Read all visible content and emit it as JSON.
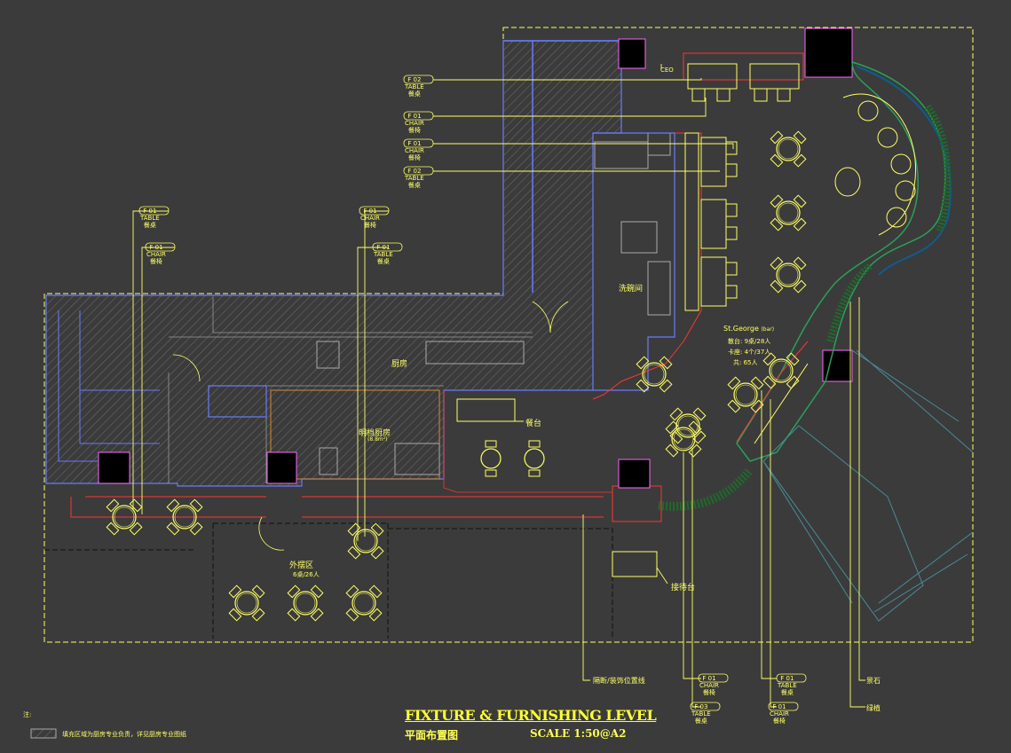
{
  "drawing": {
    "title": "FIXTURE & FURNISHING LEVEL",
    "subtitle": "平面布置图",
    "scale": "SCALE  1:50@A2",
    "note_label": "注:",
    "note_text": "填充区域为厨房专业负责，详见厨房专业图纸"
  },
  "rooms": {
    "kitchen": "厨房",
    "light_kitchen": "明档厨房",
    "light_kitchen_area": "(8.8m²)",
    "dishwash": "洗碗间",
    "counter": "餐台",
    "reception": "接待台",
    "outdoor": "外摆区",
    "outdoor_capacity": "6桌/26人",
    "ceo": "CEO",
    "venue_name": "St.George",
    "venue_tag": "(bar)",
    "venue_line1": "散台: 9桌/28人",
    "venue_line2": "卡座: 4个/37人",
    "venue_line3": "共: 65人"
  },
  "callouts": [
    {
      "id": "F",
      "num": "02",
      "type": "TABLE",
      "cn": "餐桌"
    },
    {
      "id": "F",
      "num": "01",
      "type": "CHAIR",
      "cn": "餐椅"
    },
    {
      "id": "F",
      "num": "01",
      "type": "CHAIR",
      "cn": "餐椅"
    },
    {
      "id": "F",
      "num": "02",
      "type": "TABLE",
      "cn": "餐桌"
    },
    {
      "id": "F",
      "num": "01",
      "type": "TABLE",
      "cn": "餐桌"
    },
    {
      "id": "F",
      "num": "01",
      "type": "CHAIR",
      "cn": "餐椅"
    },
    {
      "id": "F",
      "num": "01",
      "type": "CHAIR",
      "cn": "餐椅"
    },
    {
      "id": "F",
      "num": "01",
      "type": "TABLE",
      "cn": "餐桌"
    },
    {
      "id": "F",
      "num": "01",
      "type": "CHAIR",
      "cn": "餐椅"
    },
    {
      "id": "F",
      "num": "03",
      "type": "TABLE",
      "cn": "餐桌"
    },
    {
      "id": "F",
      "num": "01",
      "type": "TABLE",
      "cn": "餐桌"
    },
    {
      "id": "F",
      "num": "01",
      "type": "CHAIR",
      "cn": "餐椅"
    }
  ],
  "bottom_labels": {
    "rail": "隔断/装饰位置线",
    "stone": "景石",
    "planter": "绿植"
  }
}
